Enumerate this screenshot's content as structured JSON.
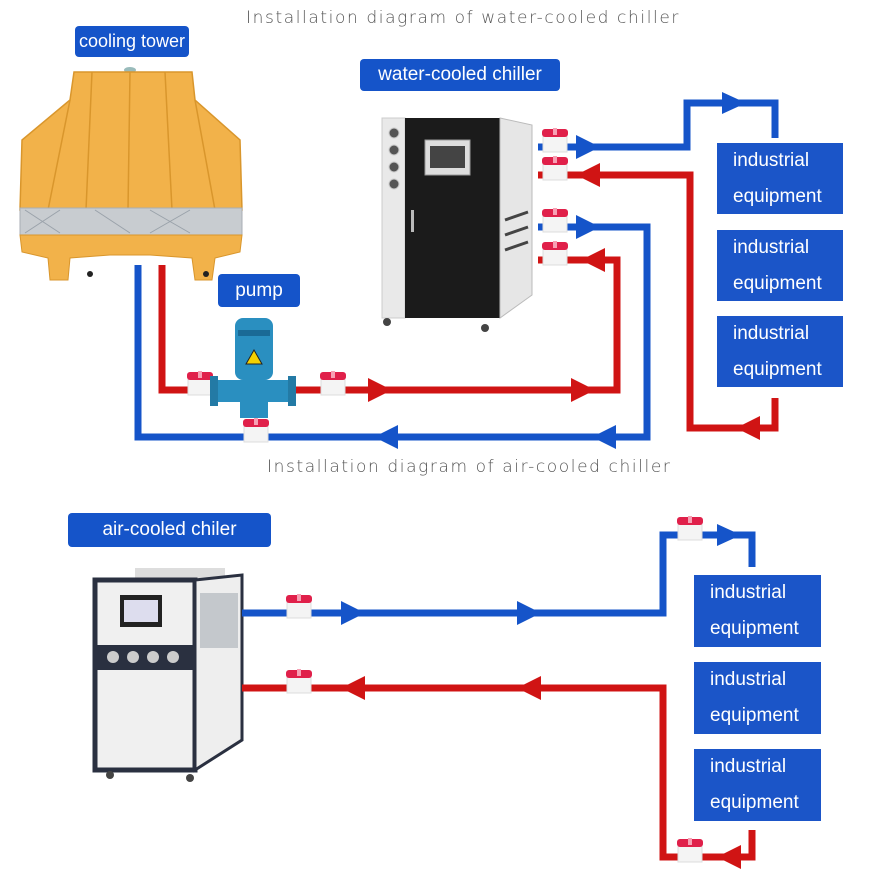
{
  "titles": {
    "water_cooled": "Installation diagram of water-cooled chiller",
    "air_cooled": "Installation diagram of air-cooled chiller"
  },
  "labels": {
    "cooling_tower": "cooling tower",
    "water_cooled_chiller": "water-cooled chiller",
    "pump": "pump",
    "air_cooled_chiller": "air-cooled chiler"
  },
  "equipment": {
    "line1": "industrial",
    "line2": "equipment"
  },
  "colors": {
    "supply_pipe": "#1554c9",
    "return_pipe": "#d01414",
    "label_bg": "#1554c9",
    "tower": "#f2b24a",
    "pump": "#2a8fc0"
  }
}
